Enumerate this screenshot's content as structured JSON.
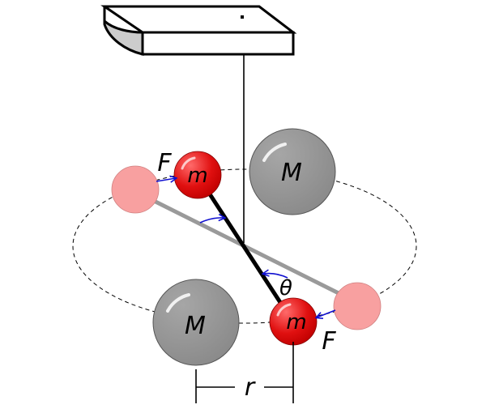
{
  "labels": {
    "force_top": "F",
    "force_bottom": "F",
    "small_mass_top": "m",
    "small_mass_bottom": "m",
    "large_mass_top": "M",
    "large_mass_bottom": "M",
    "angle": "θ",
    "distance": "r"
  },
  "colors": {
    "small_mass": "#e01010",
    "small_mass_ghost": "#f8a0a0",
    "large_mass": "#939393",
    "force_arrow": "#1010d0",
    "rod": "#000000",
    "rod_rest": "#9a9a9a",
    "line": "#000000"
  },
  "icons": {
    "support": "ceiling-support-icon",
    "orbit": "dashed-ellipse-orbit"
  }
}
